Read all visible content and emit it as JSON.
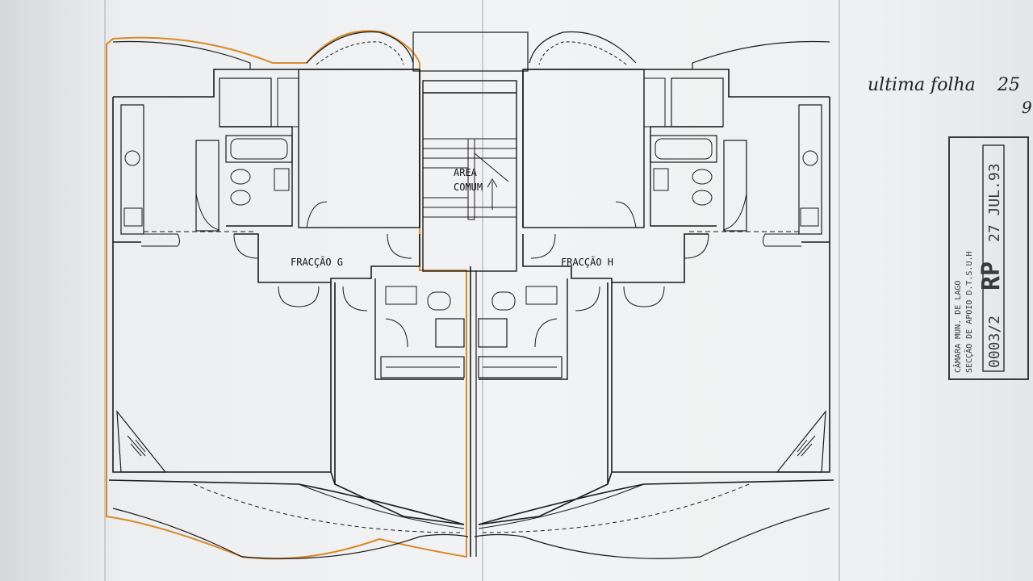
{
  "plan": {
    "unit_left": "FRACÇÃO G",
    "unit_right": "FRACÇÃO H",
    "common_area_line1": "AREA",
    "common_area_line2": "COMUM"
  },
  "colors": {
    "paper": "#f0f1f2",
    "ink": "#1a1a1a",
    "highlight": "#d98a2b",
    "stamp": "#3a3a3a"
  },
  "annotation": {
    "handwritten": "ultima folha",
    "page_number": "25",
    "page_digit": "9"
  },
  "stamp": {
    "date": "27 JUL.93",
    "number": "0003/2",
    "text_small_1": "CÂMARA MUN. DE LAGO",
    "text_small_2": "SECÇÃO DE APOIO D.T.S.U.H",
    "big_letters": "RP"
  }
}
